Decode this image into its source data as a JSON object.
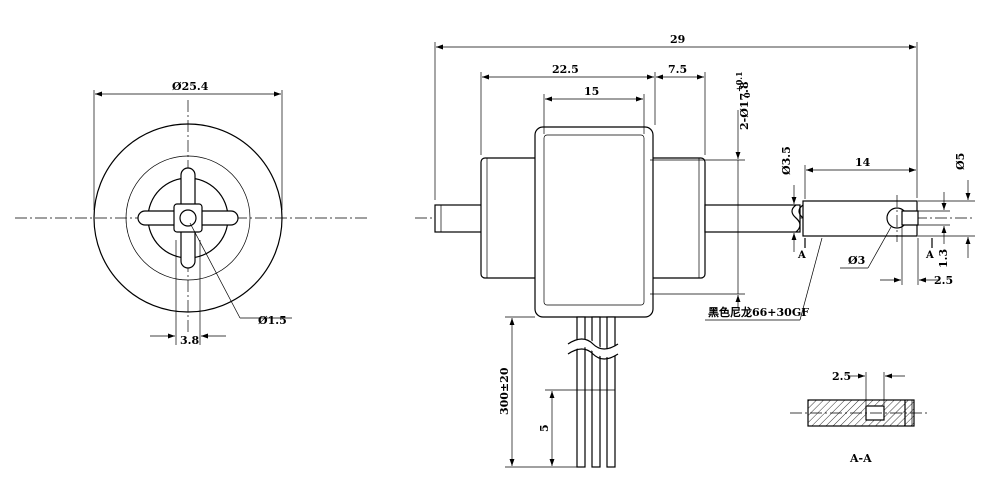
{
  "front_view": {
    "dia_outer": "Ø25.4",
    "dia_pin": "Ø1.5",
    "width_shaft": "3.8"
  },
  "side_view": {
    "length_total": "29",
    "length_body": "22.5",
    "length_shaft": "7.5",
    "length_core": "15",
    "mount_holes": "2-Ø17.8",
    "tol_upper": "+0.1",
    "tol_lower": "0",
    "dia_shaft": "Ø3.5",
    "length_sleeve": "14",
    "dia_sleeve": "Ø5",
    "dia_hole": "Ø3",
    "gap": "1.3",
    "slot": "2.5",
    "section_mark_left": "A",
    "section_mark_right": "A",
    "material_note": "黑色尼龙66+30GF",
    "wire_length": "300±20",
    "strip_length": "5"
  },
  "section_view": {
    "slot": "2.5",
    "label": "A-A"
  }
}
